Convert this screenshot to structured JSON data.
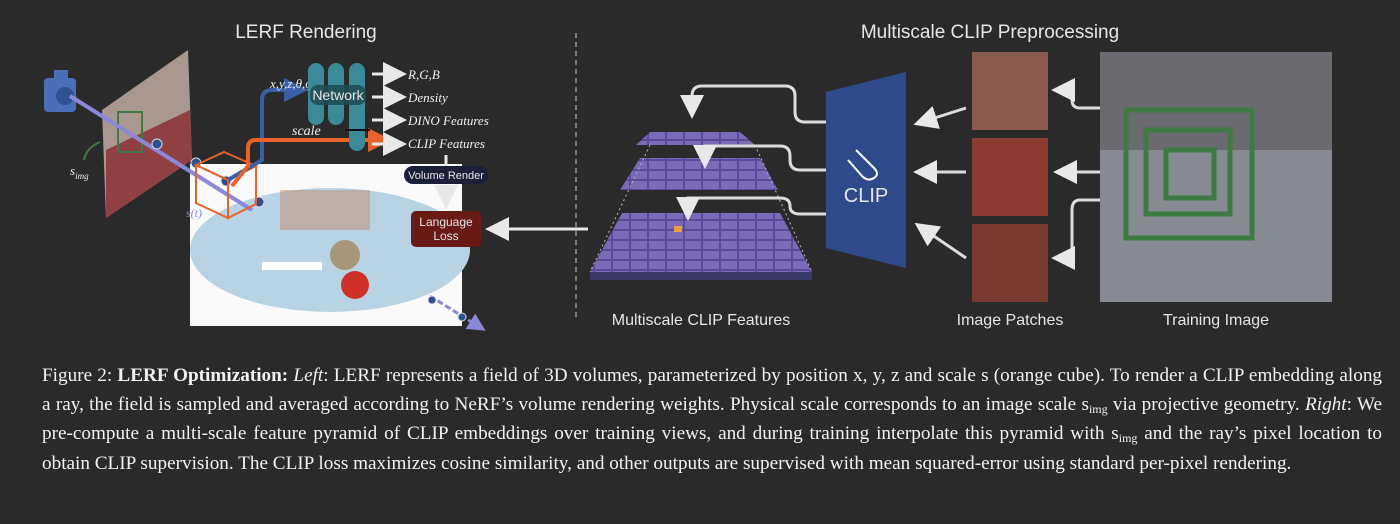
{
  "figure": {
    "left_title": "LERF Rendering",
    "right_title": "Multiscale CLIP Preprocessing",
    "network_label": "Network",
    "input_label": "x,y,z,θ,φ",
    "scale_label": "scale",
    "outputs": [
      "R,G,B",
      "Density",
      "DINO Features",
      "CLIP Features"
    ],
    "volume_render_label": "Volume Render",
    "language_loss_label": "Language Loss",
    "s_img_label": "s",
    "s_img_sub": "img",
    "s_t_label": "s(t)",
    "clip_label": "CLIP",
    "multiscale_features_label": "Multiscale CLIP Features",
    "image_patches_label": "Image Patches",
    "training_image_label": "Training Image"
  },
  "caption": {
    "prefix": "Figure 2: ",
    "bold": "LERF Optimization:",
    "left_label": "Left",
    "part1": ": LERF represents a field of 3D volumes, parameterized by position x, y, z and scale s (orange cube). To render a CLIP embedding along a ray, the field is sampled and averaged according to NeRF’s volume rendering weights. Physical scale corresponds to an image scale s",
    "sub1": "img",
    "part2": " via projective geometry. ",
    "right_label": "Right",
    "part3": ": We pre-compute a multi-scale feature pyramid of CLIP embeddings over training views, and during training interpolate this pyramid with s",
    "sub2": "img",
    "part4": " and the ray’s pixel location to obtain CLIP supervision. The CLIP loss maximizes cosine similarity, and other outputs are supervised with mean squared-error using standard per-pixel rendering."
  },
  "colors": {
    "background": "#2a2a2a",
    "network": "#3a8a98",
    "orange": "#e8622a",
    "blue": "#3a5fa8",
    "clip_block": "#2f4a8a",
    "loss": "#6a1a14",
    "green": "#3f7a45"
  }
}
